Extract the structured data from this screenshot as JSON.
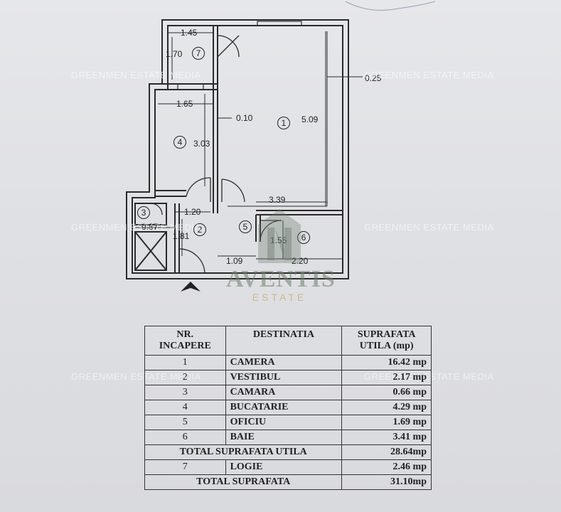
{
  "floor_plan": {
    "dimensions": {
      "logie_width": "1.45",
      "logie_depth": "1.70",
      "wall_right": "0.25",
      "kitchen_width": "1.65",
      "wall_inner": "0.10",
      "room_depth": "5.09",
      "kitchen_depth": "3.03",
      "room_width": "3.39",
      "hall_width": "1.20",
      "pantry_width": "0.87",
      "hall_depth": "1.81",
      "bath_depth": "1.55",
      "office_width": "1.09",
      "bath_width": "2.20"
    },
    "rooms": [
      "1",
      "2",
      "3",
      "4",
      "5",
      "6",
      "7"
    ]
  },
  "watermark": "GREENMEN ESTATE MEDIA",
  "logo": {
    "name": "AVENTIS",
    "tagline": "ESTATE"
  },
  "table": {
    "headers": {
      "nr": [
        "NR.",
        "INCAPERE"
      ],
      "dest": "DESTINATIA",
      "area": [
        "SUPRAFATA",
        "UTILA (mp)"
      ]
    },
    "rows": [
      {
        "nr": "1",
        "dest": "CAMERA",
        "area": "16.42 mp"
      },
      {
        "nr": "2",
        "dest": "VESTIBUL",
        "area": "2.17 mp"
      },
      {
        "nr": "3",
        "dest": "CAMARA",
        "area": "0.66 mp"
      },
      {
        "nr": "4",
        "dest": "BUCATARIE",
        "area": "4.29 mp"
      },
      {
        "nr": "5",
        "dest": "OFICIU",
        "area": "1.69 mp"
      },
      {
        "nr": "6",
        "dest": "BAIE",
        "area": "3.41 mp"
      }
    ],
    "subtotal": {
      "label": "TOTAL SUPRAFATA UTILA",
      "area": "28.64mp"
    },
    "extra": {
      "nr": "7",
      "dest": "LOGIE",
      "area": "2.46 mp"
    },
    "total": {
      "label": "TOTAL SUPRAFATA",
      "area": "31.10mp"
    }
  },
  "colors": {
    "paper": "#dfe0e3",
    "ink": "#222222",
    "logo_green": "#6e7d6e",
    "logo_gold": "#bea05a"
  }
}
